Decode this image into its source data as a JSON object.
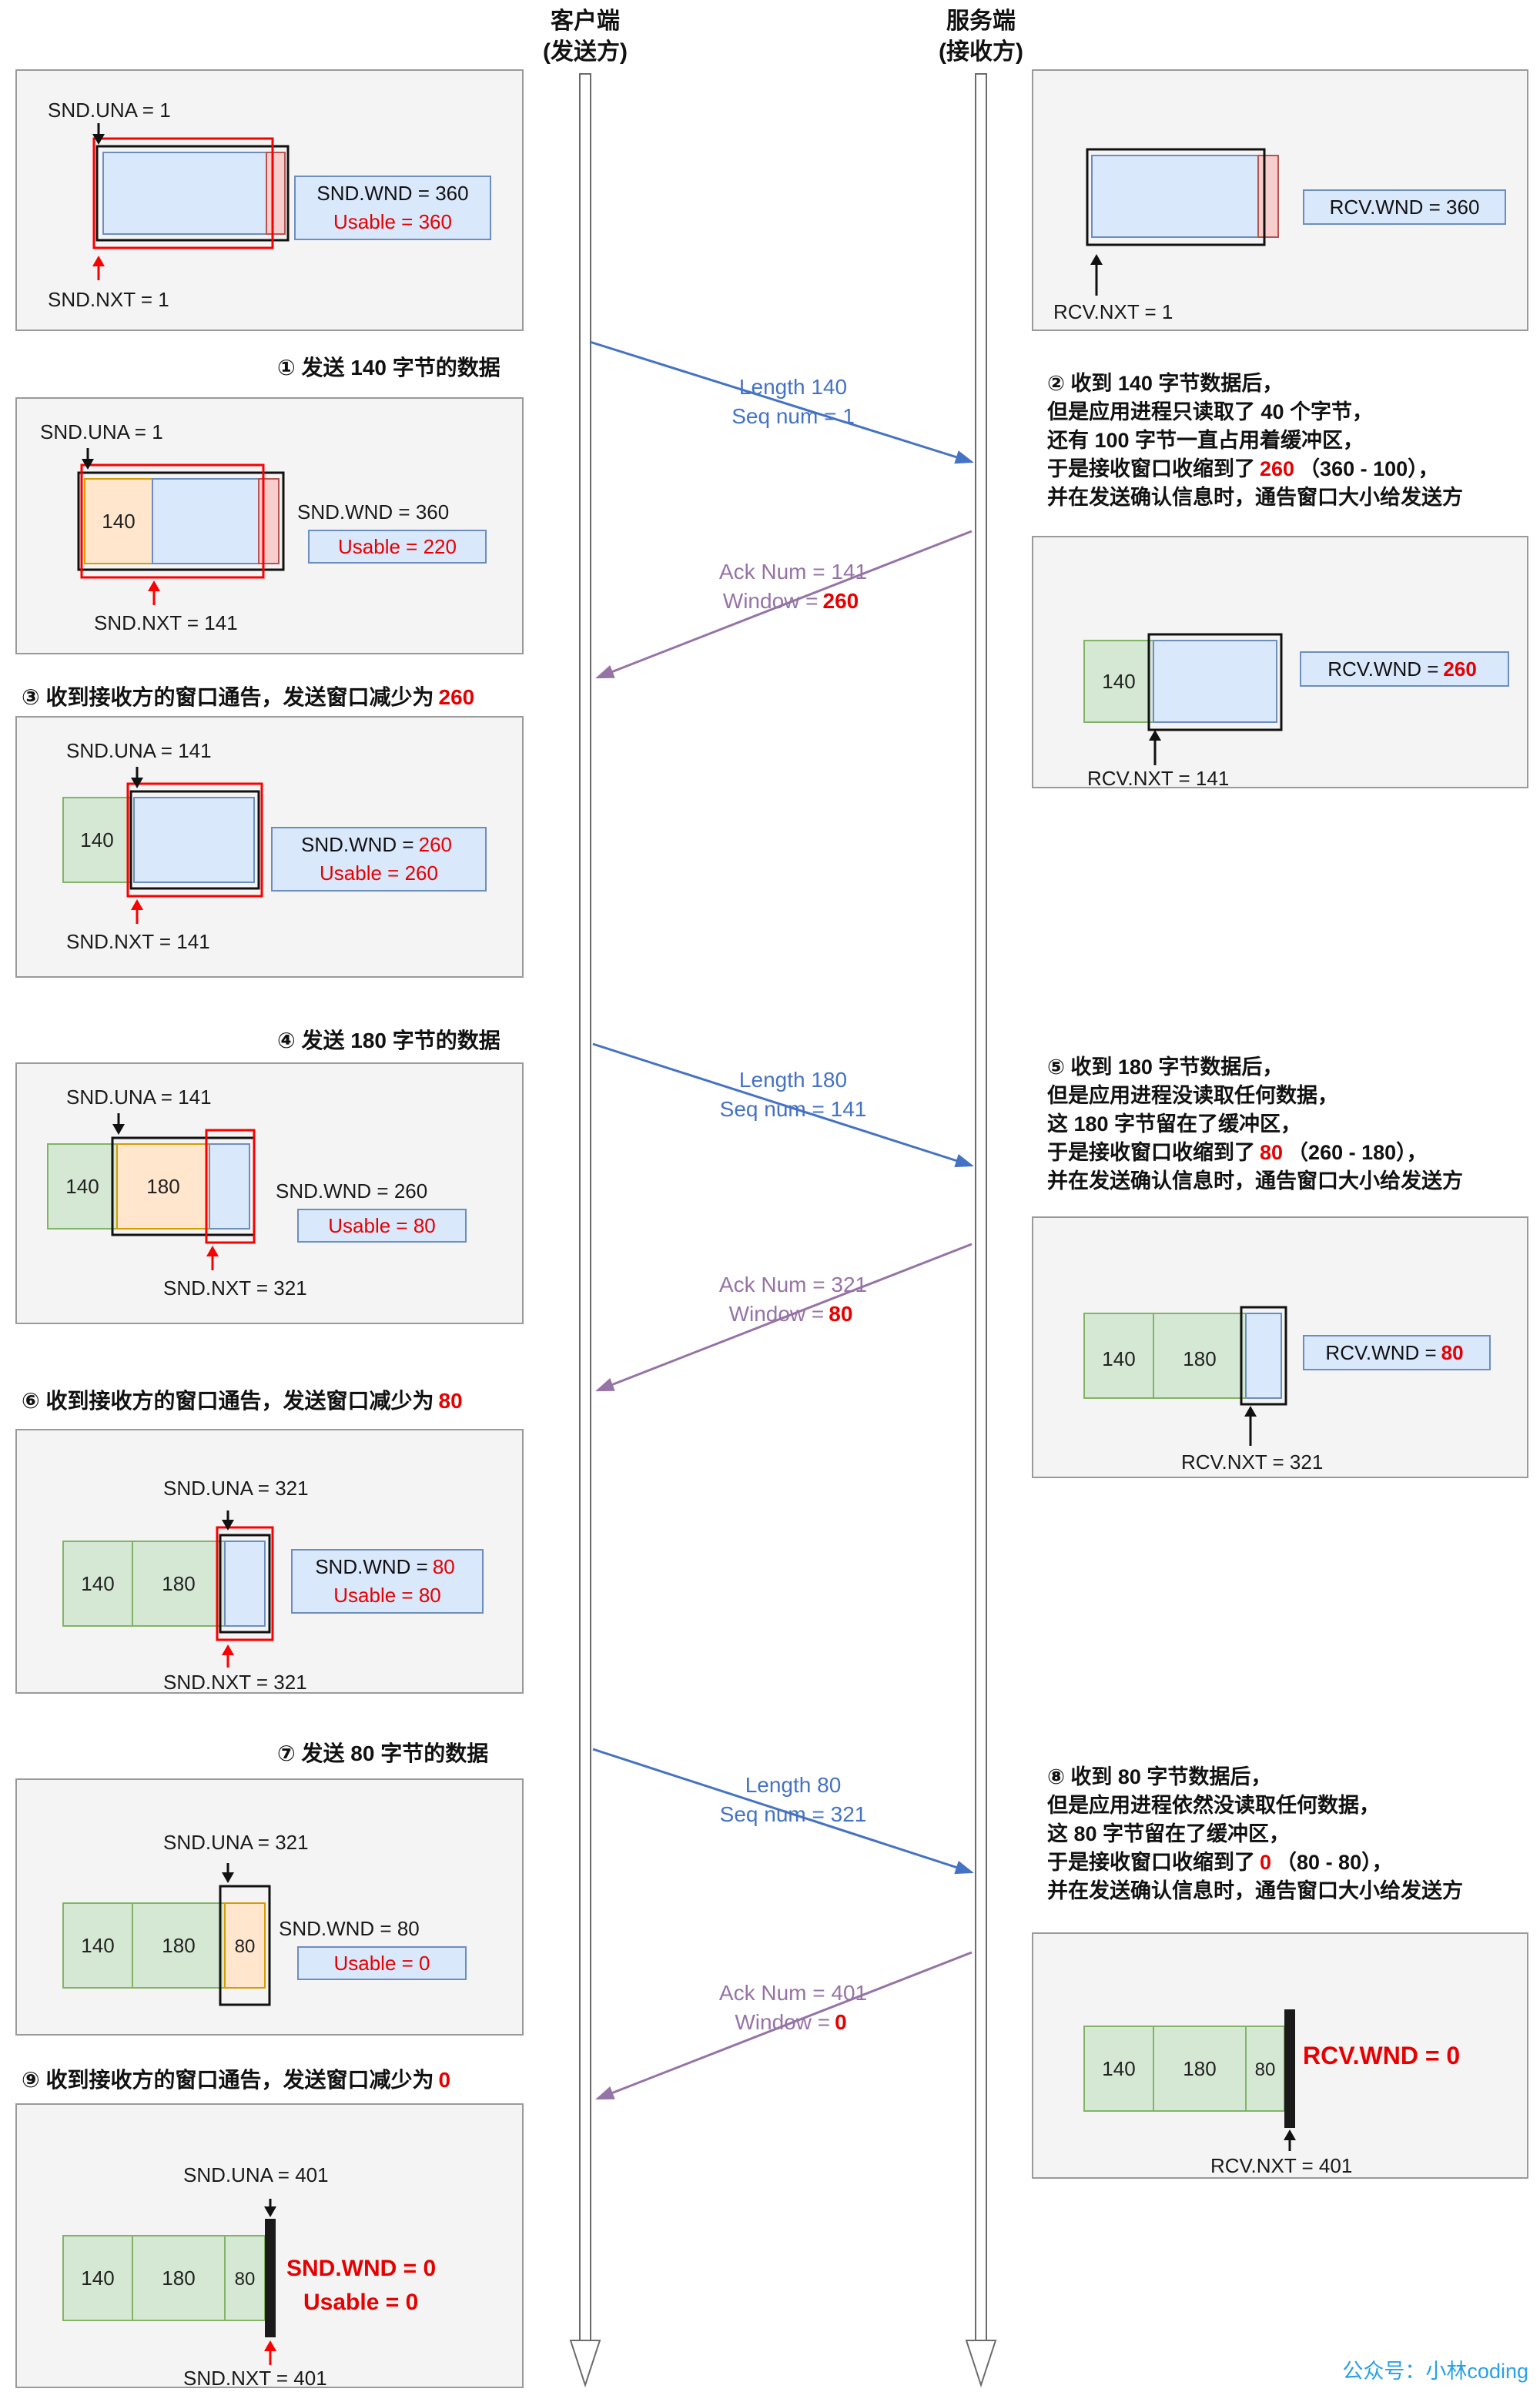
{
  "header": {
    "client_line1": "客户端",
    "client_line2": "(发送方)",
    "server_line1": "服务端",
    "server_line2": "(接收方)"
  },
  "watermark": "公众号：小林coding",
  "steps": {
    "s1": "① 发送 140 字节的数据",
    "s3_text": "③ 收到接收方的窗口通告，发送窗口减少为",
    "s3_value": "260",
    "s4": "④ 发送 180 字节的数据",
    "s6_text": "⑥ 收到接收方的窗口通告，发送窗口减少为",
    "s6_value": "80",
    "s7": "⑦ 发送 80 字节的数据",
    "s9_text": "⑨ 收到接收方的窗口通告，发送窗口减少为",
    "s9_value": "0"
  },
  "messages": {
    "m1l1": "Length 140",
    "m1l2": "Seq num = 1",
    "a1l1": "Ack Num = 141",
    "a1l2": "Window =",
    "a1v": "260",
    "m2l1": "Length 180",
    "m2l2": "Seq num = 141",
    "a2l1": "Ack Num = 321",
    "a2l2": "Window =",
    "a2v": "80",
    "m3l1": "Length 80",
    "m3l2": "Seq num = 321",
    "a3l1": "Ack Num = 401",
    "a3l2": "Window =",
    "a3v": "0"
  },
  "notes": {
    "n2": {
      "l1": "② 收到 140 字节数据后，",
      "l2": "但是应用进程只读取了 40 个字节，",
      "l3": "还有 100 字节一直占用着缓冲区，",
      "l4a": "于是接收窗口收缩到了",
      "l4b": "260",
      "l4c": "（360 - 100），",
      "l5": "并在发送确认信息时，通告窗口大小给发送方"
    },
    "n5": {
      "l1": "⑤  收到 180 字节数据后，",
      "l2": "但是应用进程没读取任何数据，",
      "l3": "这 180 字节留在了缓冲区，",
      "l4a": "于是接收窗口收缩到了",
      "l4b": "80",
      "l4c": "（260 - 180），",
      "l5": "并在发送确认信息时，通告窗口大小给发送方"
    },
    "n8": {
      "l1": "⑧  收到 80 字节数据后，",
      "l2": "但是应用进程依然没读取任何数据，",
      "l3": "这 80 字节留在了缓冲区，",
      "l4a": "于是接收窗口收缩到了",
      "l4b": "0",
      "l4c": "（80 - 80），",
      "l5": "并在发送确认信息时，通告窗口大小给发送方"
    }
  },
  "sender": {
    "s1": {
      "una": "SND.UNA = 1",
      "nxt": "SND.NXT = 1",
      "wnd": "SND.WND = 360",
      "usable": "Usable = 360"
    },
    "s2": {
      "una": "SND.UNA = 1",
      "nxt": "SND.NXT = 141",
      "wnd": "SND.WND = 360",
      "usable": "Usable = 220",
      "seg140": "140"
    },
    "s3": {
      "una": "SND.UNA = 141",
      "nxt": "SND.NXT = 141",
      "wnd_label": "SND.WND =",
      "wnd_value": "260",
      "usable": "Usable = 260",
      "seg140": "140"
    },
    "s4": {
      "una": "SND.UNA = 141",
      "nxt": "SND.NXT = 321",
      "wnd": "SND.WND = 260",
      "usable": "Usable = 80",
      "seg140": "140",
      "seg180": "180"
    },
    "s5": {
      "una": "SND.UNA = 321",
      "nxt": "SND.NXT = 321",
      "wnd_label": "SND.WND =",
      "wnd_value": "80",
      "usable": "Usable = 80",
      "seg140": "140",
      "seg180": "180"
    },
    "s6": {
      "una": "SND.UNA = 321",
      "wnd": "SND.WND = 80",
      "usable": "Usable = 0",
      "seg140": "140",
      "seg180": "180",
      "seg80": "80"
    },
    "s7": {
      "una": "SND.UNA = 401",
      "nxt": "SND.NXT = 401",
      "wnd": "SND.WND = 0",
      "usable": "Usable = 0",
      "seg140": "140",
      "seg180": "180",
      "seg80": "80"
    }
  },
  "receiver": {
    "r1": {
      "nxt": "RCV.NXT = 1",
      "wnd": "RCV.WND = 360"
    },
    "r2": {
      "nxt": "RCV.NXT = 141",
      "wnd_label": "RCV.WND =",
      "wnd_value": "260",
      "seg140": "140"
    },
    "r3": {
      "nxt": "RCV.NXT = 321",
      "wnd_label": "RCV.WND =",
      "wnd_value": "80",
      "seg140": "140",
      "seg180": "180"
    },
    "r4": {
      "nxt": "RCV.NXT = 401",
      "wnd": "RCV.WND = 0",
      "seg140": "140",
      "seg180": "180",
      "seg80": "80"
    }
  },
  "colors": {
    "window_stroke_red": "#fa0000",
    "value_red": "#e60000",
    "blue_fill": "#dae8fc",
    "green_fill": "#d5e8d4",
    "orange_fill": "#ffe6cc",
    "pink_fill": "#f8cecc",
    "message_blue": "#4472c4",
    "message_purple": "#9673a6",
    "watermark_blue": "#2aa0e8"
  }
}
